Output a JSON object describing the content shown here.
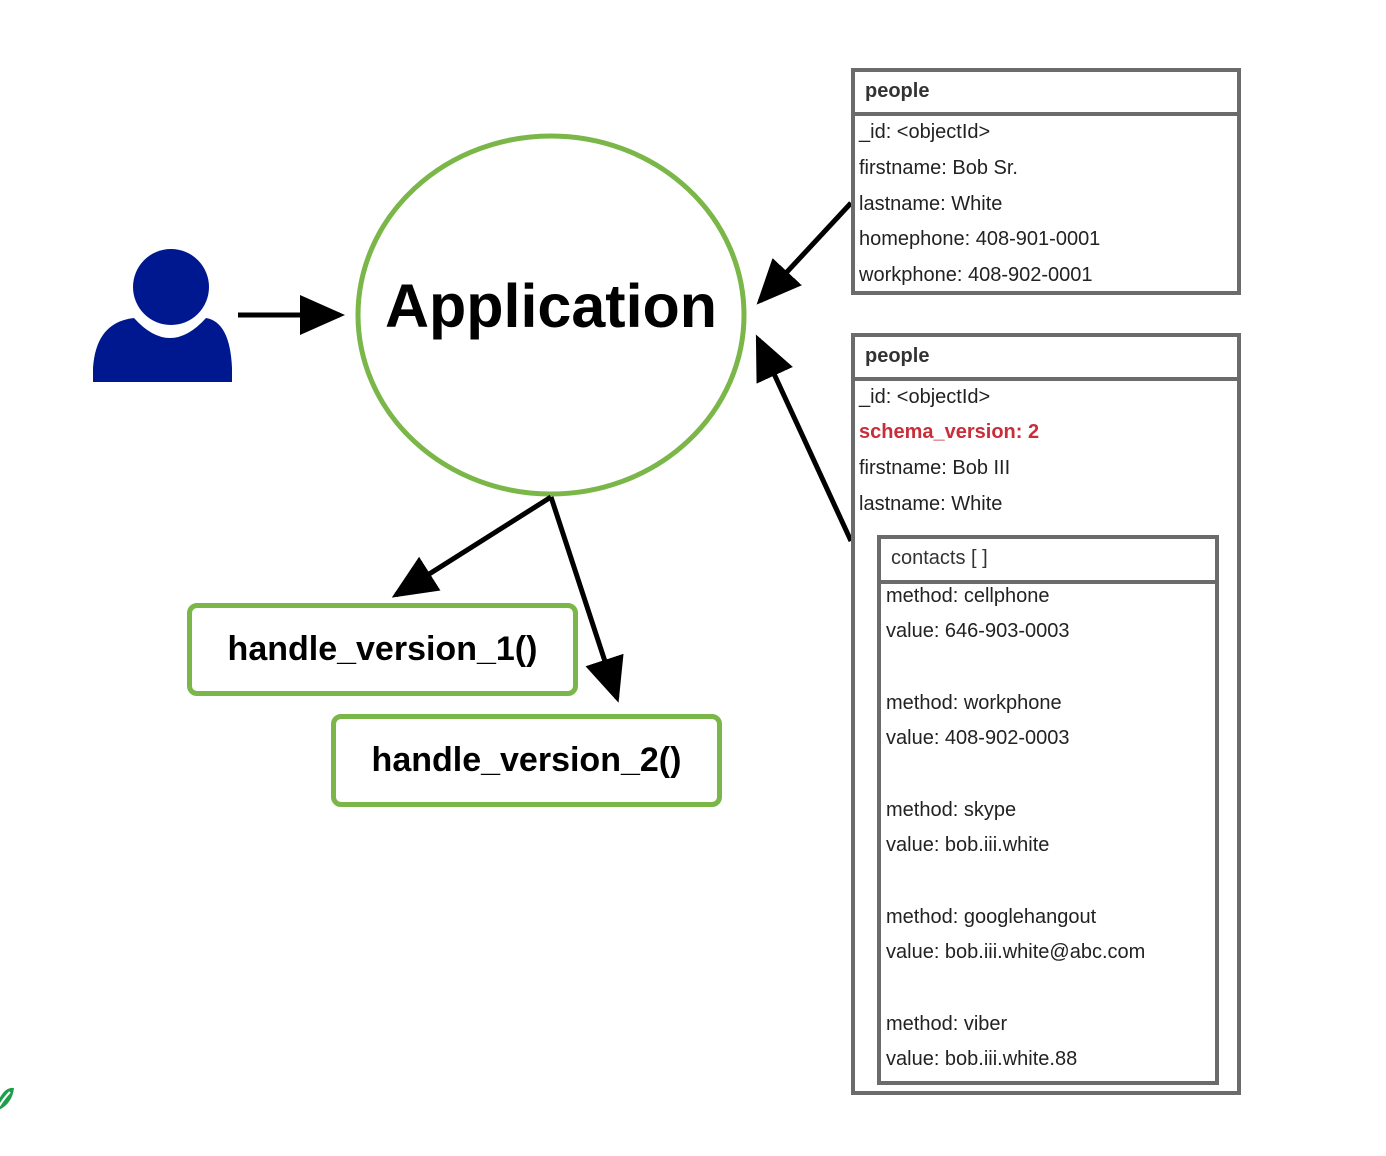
{
  "application": {
    "label": "Application"
  },
  "functions": [
    {
      "label": "handle_version_1()"
    },
    {
      "label": "handle_version_2()"
    }
  ],
  "doc_v1": {
    "header": "people",
    "fields": [
      "_id: <objectId>",
      "firstname: Bob Sr.",
      "lastname: White",
      "homephone: 408-901-0001",
      "workphone: 408-902-0001"
    ]
  },
  "doc_v2": {
    "header": "people",
    "fields": [
      "_id: <objectId>",
      "schema_version: 2",
      "firstname: Bob III",
      "lastname: White"
    ],
    "contacts": {
      "header": "contacts [ ]",
      "entries": [
        {
          "method": "method: cellphone",
          "value": "value: 646-903-0003"
        },
        {
          "method": "method: workphone",
          "value": "value: 408-902-0003"
        },
        {
          "method": "method: skype",
          "value": "value: bob.iii.white"
        },
        {
          "method": "method: googlehangout",
          "value": "value: bob.iii.white@abc.com"
        },
        {
          "method": "method: viber",
          "value": "value: bob.iii.white.88"
        }
      ]
    }
  },
  "colors": {
    "green_outline": "#7ab648",
    "user_icon": "#00188f",
    "box_border": "#6b6b6b",
    "highlight_red": "#c92d39"
  },
  "icons": [
    "user-icon",
    "leaf-icon"
  ]
}
